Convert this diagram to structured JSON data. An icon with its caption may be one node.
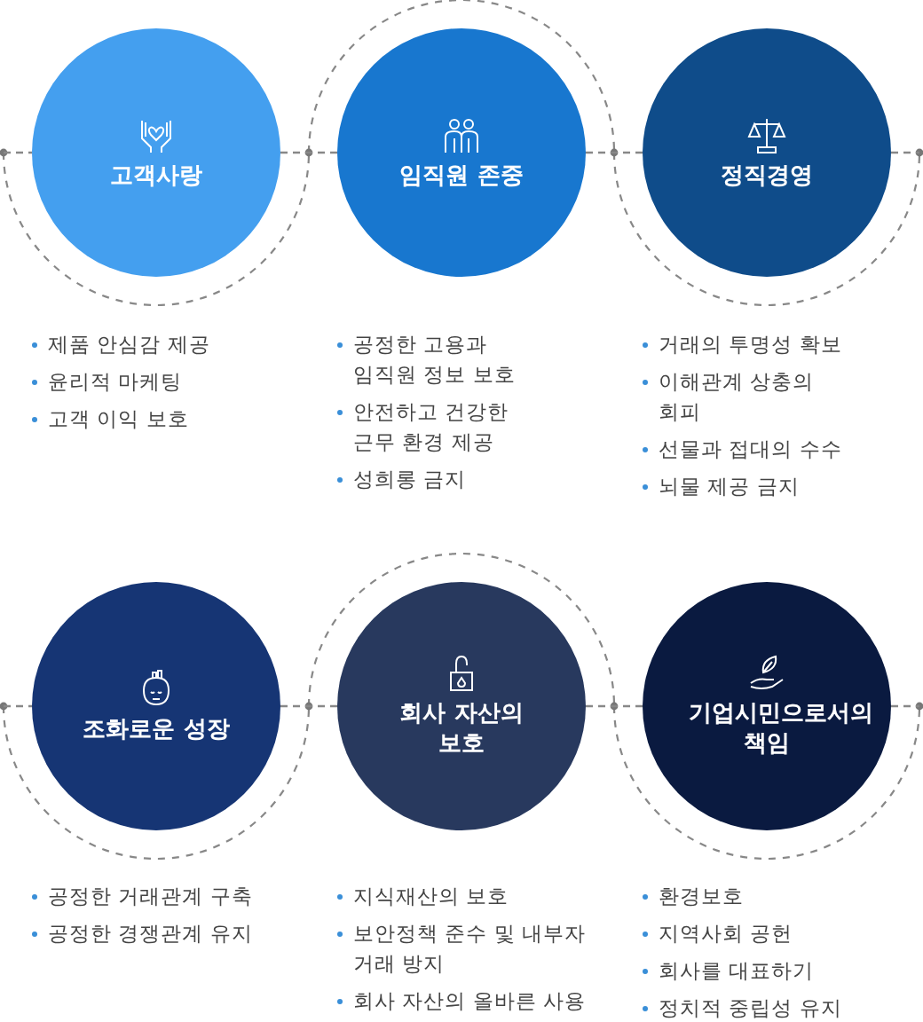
{
  "diagram": {
    "nodes": [
      {
        "text": [
          "고객사랑"
        ],
        "beside": [
          "제품 안심감 제공",
          "윤리적 마케팅",
          "고객 이익 보호"
        ]
      },
      {
        "text": [
          "임직원 존중"
        ],
        "beside": [
          "공정한 고용과 임직원 정보 보호",
          "안전하고 건강한 근무 환경 제공",
          "성희롱 금지"
        ]
      },
      {
        "text": [
          "정직경영"
        ],
        "beside": [
          "거래의 투명성 확보",
          "이해관계 상충의 회피",
          "선물과 접대의 수수",
          "뇌물 제공 금지"
        ]
      },
      {
        "text": [
          "조화로운 성장"
        ],
        "beside": [
          "공정한 거래관계 구축",
          "공정한 경쟁관계 유지"
        ]
      },
      {
        "text": [
          "회사 자산의 보호"
        ],
        "beside": [
          "지식재산의 보호",
          "보안정책 준수 및 내부자 거래 방지",
          "회사 자산의 올바른 사용"
        ]
      },
      {
        "text": [
          "기업시민으로서의 책임"
        ],
        "beside": [
          "환경보호",
          "지역사회 공헌",
          "회사를 대표하기",
          "정치적 중립성 유지"
        ]
      }
    ],
    "edges": [
      {
        "from": 0,
        "to": 1,
        "arrow": "none",
        "style": "dashed"
      },
      {
        "from": 1,
        "to": 2,
        "arrow": "none",
        "style": "dashed"
      },
      {
        "from": 3,
        "to": 4,
        "arrow": "none",
        "style": "dashed"
      },
      {
        "from": 4,
        "to": 5,
        "arrow": "none",
        "style": "dashed"
      }
    ]
  }
}
